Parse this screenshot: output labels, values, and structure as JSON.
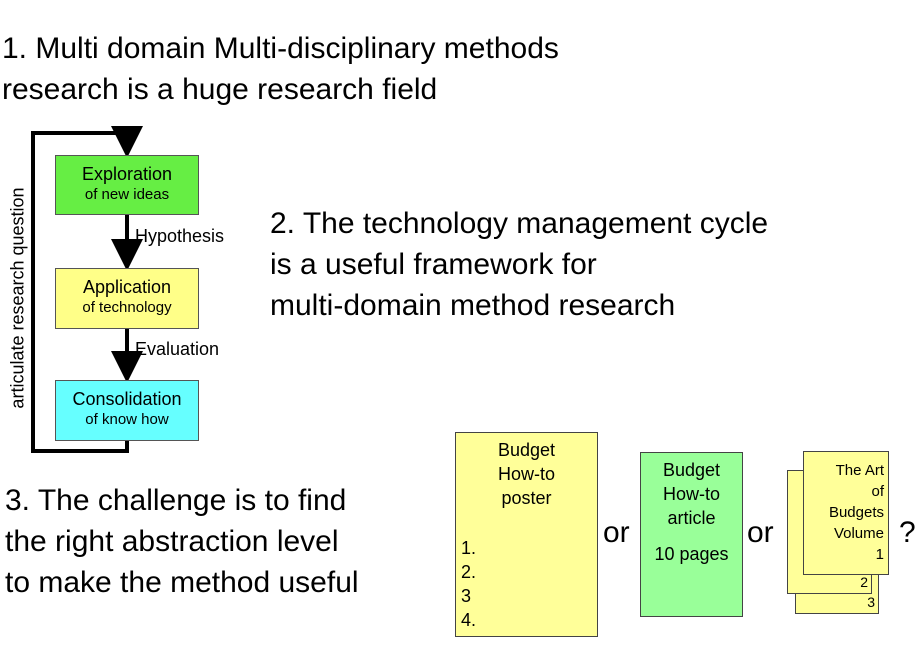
{
  "points": {
    "p1": [
      "1.  Multi domain  Multi-disciplinary methods",
      "research is a huge research field"
    ],
    "p2": [
      "2. The technology management cycle",
      "is a useful framework for",
      "multi-domain method research"
    ],
    "p3": [
      "3. The challenge is to find",
      "the right abstraction level",
      "to make the method useful"
    ]
  },
  "cycle": {
    "loop_label": "articulate research question",
    "boxes": [
      {
        "title": "Exploration",
        "subtitle": "of new ideas",
        "color": "#66ee44"
      },
      {
        "title": "Application",
        "subtitle": "of technology",
        "color": "#ffff88"
      },
      {
        "title": "Consolidation",
        "subtitle": "of know how",
        "color": "#66ffff"
      }
    ],
    "edge_labels": [
      "Hypothesis",
      "Evaluation"
    ]
  },
  "options": {
    "poster": {
      "title": [
        "Budget",
        "How-to",
        "poster"
      ],
      "list": [
        "1.",
        "2.",
        "3",
        "4."
      ],
      "color": "#ffff99"
    },
    "article": {
      "title": [
        "Budget",
        "How-to",
        "article"
      ],
      "pages": "10 pages",
      "color": "#99ff99"
    },
    "book": {
      "title": [
        "The Art",
        "of",
        "Budgets",
        "Volume",
        "1"
      ],
      "back_numbers": [
        "2",
        "3"
      ],
      "color": "#ffff99"
    },
    "or_label": "or",
    "question_mark": "?"
  }
}
